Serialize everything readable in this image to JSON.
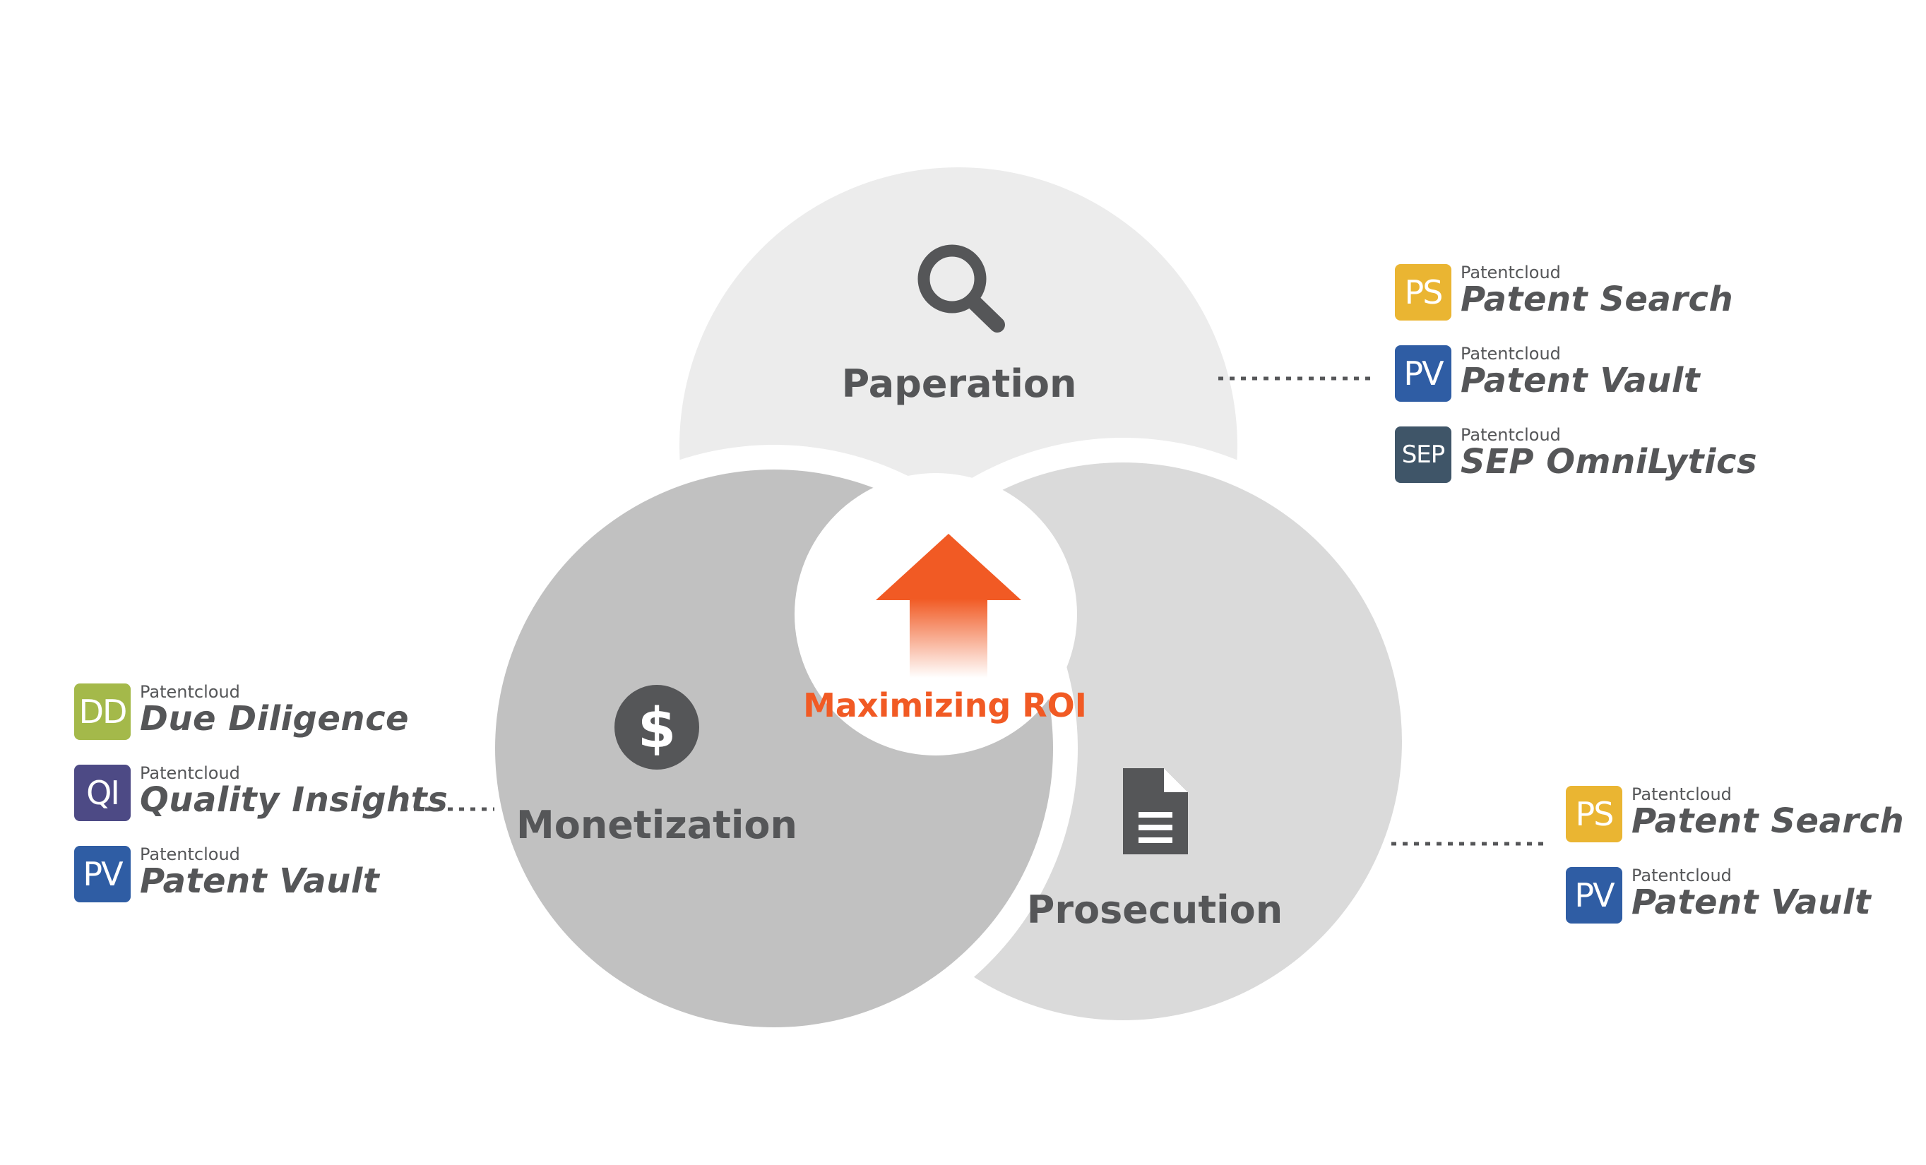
{
  "colors": {
    "paperation_fill": "#ececec",
    "prosecution_fill": "#dadada",
    "monetization_fill": "#c1c1c1",
    "label_text": "#555658",
    "accent": "#f15a24",
    "connector": "#555658"
  },
  "center": {
    "label": "Maximizing ROI",
    "icon": "arrow-up-icon"
  },
  "circles": {
    "paperation": {
      "label": "Paperation",
      "icon": "magnifier-icon"
    },
    "monetization": {
      "label": "Monetization",
      "icon": "dollar-coin-icon"
    },
    "prosecution": {
      "label": "Prosecution",
      "icon": "document-icon"
    }
  },
  "groups": {
    "paperation": [
      {
        "code": "PS",
        "brand": "Patentcloud",
        "name": "Patent Search",
        "color": "#eab532"
      },
      {
        "code": "PV",
        "brand": "Patentcloud",
        "name": "Patent Vault",
        "color": "#2f5da4"
      },
      {
        "code": "SEP",
        "brand": "Patentcloud",
        "name": "SEP OmniLytics",
        "color": "#3f5568"
      }
    ],
    "monetization": [
      {
        "code": "DD",
        "brand": "Patentcloud",
        "name": "Due Diligence",
        "color": "#a4b94a"
      },
      {
        "code": "QI",
        "brand": "Patentcloud",
        "name": "Quality Insights",
        "color": "#4d4a85"
      },
      {
        "code": "PV",
        "brand": "Patentcloud",
        "name": "Patent Vault",
        "color": "#2f5da4"
      }
    ],
    "prosecution": [
      {
        "code": "PS",
        "brand": "Patentcloud",
        "name": "Patent Search",
        "color": "#eab532"
      },
      {
        "code": "PV",
        "brand": "Patentcloud",
        "name": "Patent Vault",
        "color": "#2f5da4"
      }
    ]
  }
}
